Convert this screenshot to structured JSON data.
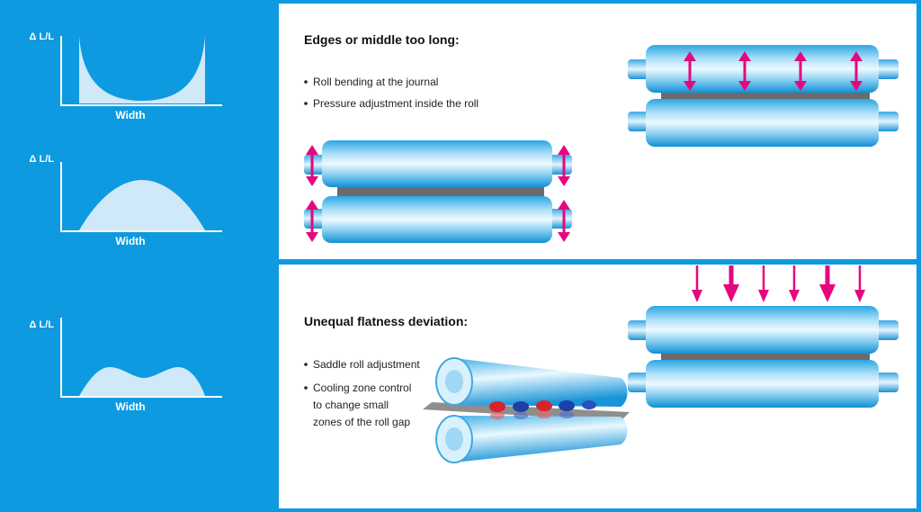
{
  "colors": {
    "blue": "#0e9ae0",
    "curve_fill": "#cfe9f9",
    "arrow": "#e5077e",
    "gap": "#6b6b6b",
    "roll_light": "#e6f6ff",
    "roll_mid": "#74c9f0",
    "roll_dark": "#1296dc"
  },
  "profiles": [
    {
      "axis_label": "Δ L/L",
      "width_label": "Width",
      "shape": "edges-long"
    },
    {
      "axis_label": "Δ L/L",
      "width_label": "Width",
      "shape": "middle-long"
    },
    {
      "axis_label": "Δ L/L",
      "width_label": "Width",
      "shape": "unequal"
    }
  ],
  "top_panel": {
    "title": "Edges or middle too long:",
    "bullets": [
      "Roll bending at the journal",
      "Pressure adjustment inside the roll"
    ]
  },
  "bottom_panel": {
    "title": "Unequal flatness deviation:",
    "bullets": [
      "Saddle roll adjustment"
    ],
    "bullet_multiline": [
      "Cooling zone control",
      "to change small",
      "zones of the roll gap"
    ]
  },
  "icons": [
    "double-arrow-icon",
    "down-arrow-icon"
  ]
}
